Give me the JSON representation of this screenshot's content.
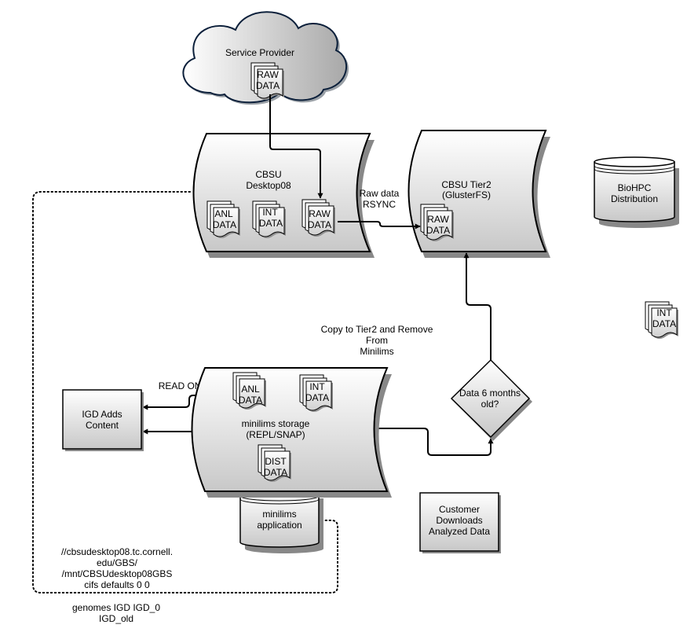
{
  "labels": {
    "cloud_title": "Service Provider",
    "cloud_doc_line1": "RAW",
    "cloud_doc_line2": "DATA",
    "desktop_title_line1": "CBSU",
    "desktop_title_line2": "Desktop08",
    "desktop_anl_line1": "ANL",
    "desktop_anl_line2": "DATA",
    "desktop_int_line1": "INT",
    "desktop_int_line2": "DATA",
    "desktop_raw_line1": "RAW",
    "desktop_raw_line2": "DATA",
    "rsync_line1": "Raw data",
    "rsync_line2": "RSYNC",
    "tier2_title_line1": "CBSU Tier2",
    "tier2_title_line2": "(GlusterFS)",
    "tier2_raw_line1": "RAW",
    "tier2_raw_line2": "DATA",
    "biohpc_line1": "BioHPC",
    "biohpc_line2": "Distribution",
    "right_int_line1": "INT",
    "right_int_line2": "DATA",
    "copy_note_line1": "Copy to Tier2 and Remove",
    "copy_note_line2": "From",
    "copy_note_line3": "Minilims",
    "read_only": "READ ONLY",
    "igd_line1": "IGD Adds",
    "igd_line2": "Content",
    "storage_anl_line1": "ANL",
    "storage_anl_line2": "DATA",
    "storage_int_line1": "INT",
    "storage_int_line2": "DATA",
    "storage_title_line1": "minilims storage",
    "storage_title_line2": "(REPL/SNAP)",
    "storage_dist_line1": "DIST",
    "storage_dist_line2": "DATA",
    "decision_line1": "Data 6 months",
    "decision_line2": "old?",
    "app_line1": "minilims",
    "app_line2": "application",
    "customer_line1": "Customer",
    "customer_line2": "Downloads",
    "customer_line3": "Analyzed Data",
    "mount_line1": "//cbsudesktop08.tc.cornell.",
    "mount_line2": "edu/GBS/",
    "mount_line3": "/mnt/CBSUdesktop08GBS",
    "mount_line4": "cifs defaults 0 0",
    "genomes_line1": "genomes  IGD  IGD_0",
    "genomes_line2": "IGD_old"
  }
}
